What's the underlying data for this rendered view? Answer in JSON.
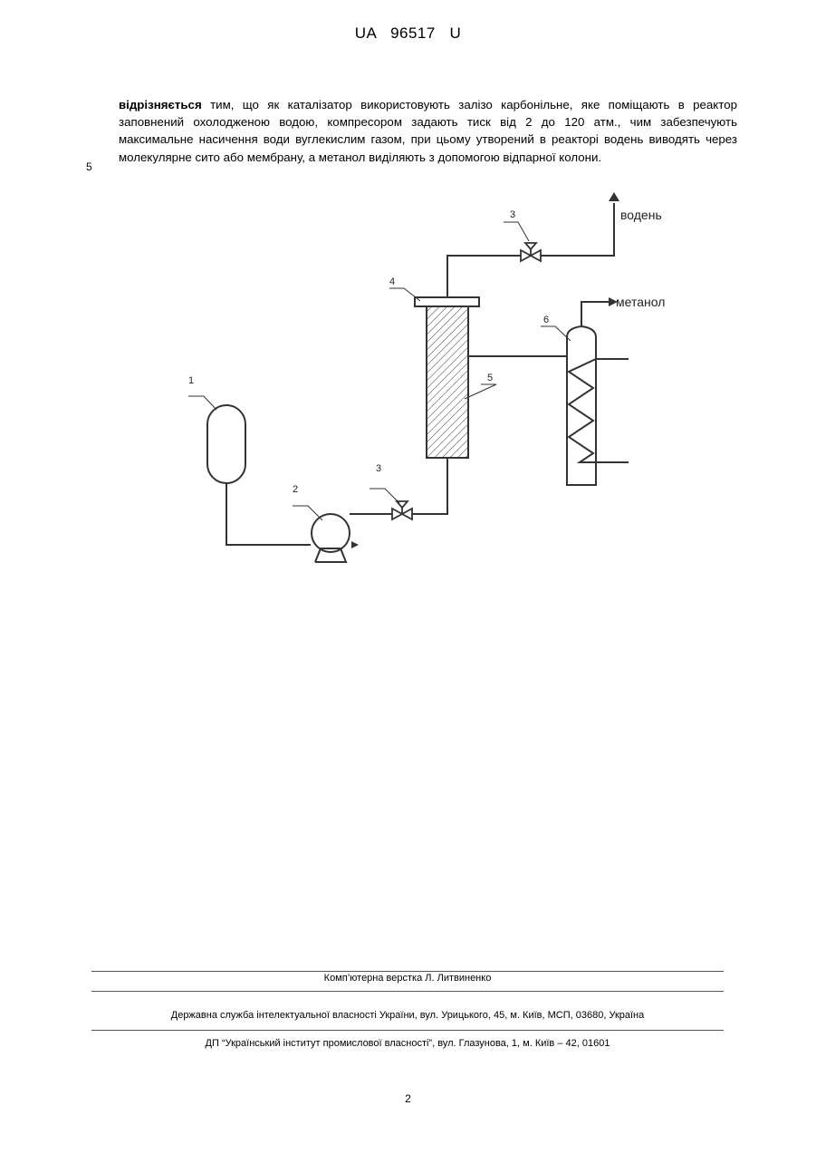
{
  "header": {
    "country": "UA",
    "number": "96517",
    "kind": "U"
  },
  "body": {
    "bold_lead": "відрізняється",
    "text": "тим, що як каталізатор використовують залізо карбонільне, яке поміщають в реактор заповнений охолодженою водою, компресором задають тиск від 2 до 120 атм., чим забезпечують максимальне насичення води вуглекислим газом, при цьому утворений в реакторі водень виводять через молекулярне сито або мембрану, а метанол виділяють з допомогою відпарної колони.",
    "line_number": "5"
  },
  "diagram": {
    "labels": {
      "l1": "1",
      "l2": "2",
      "l3_bottom": "3",
      "l3_top": "3",
      "l4": "4",
      "l5": "5",
      "l6": "6"
    },
    "outputs": {
      "hydrogen": "водень",
      "methanol": "метанол"
    }
  },
  "footer": {
    "layout": "Комп’ютерна верстка Л. Литвиненко",
    "service": "Державна служба інтелектуальної власності України, вул. Урицького, 45, м. Київ, МСП, 03680, Україна",
    "institute": "ДП “Український інститут промислової власності”, вул. Глазунова, 1, м. Київ – 42, 01601"
  },
  "page_number": "2"
}
